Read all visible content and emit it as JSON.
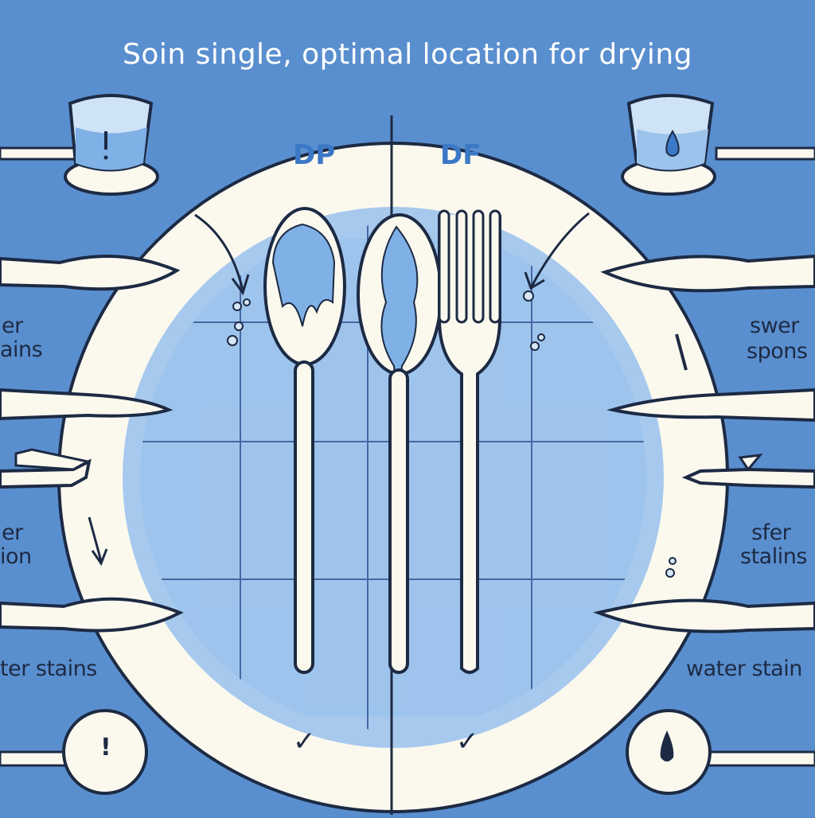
{
  "title": "Soin single, optimal location for drying",
  "sections": {
    "left": "DP",
    "right": "DF"
  },
  "checks": {
    "left": "✓",
    "right": "✓"
  },
  "left_labels": [
    {
      "line1": "er",
      "line2": "ains"
    },
    {
      "line1": "er",
      "line2": "ion"
    },
    {
      "line1": "ter stains",
      "line2": ""
    }
  ],
  "right_labels": [
    {
      "line1": "swer",
      "line2": "spons"
    },
    {
      "line1": "sfer",
      "line2": "stalins"
    },
    {
      "line1": "water stain",
      "line2": ""
    }
  ],
  "marks": {
    "bottom_left": "!"
  },
  "colors": {
    "background": "#5a8fcf",
    "plate_rim": "#fbf9ee",
    "plate_center": "#9cc3ec",
    "water": "#7fb0e6",
    "outline": "#1d2a44",
    "accent": "#3b78c6"
  },
  "icons": [
    "glass-icon",
    "spoon-icon",
    "knife-icon",
    "fork-icon",
    "water-drop-icon",
    "exclamation-icon",
    "check-icon",
    "arrow-icon"
  ]
}
